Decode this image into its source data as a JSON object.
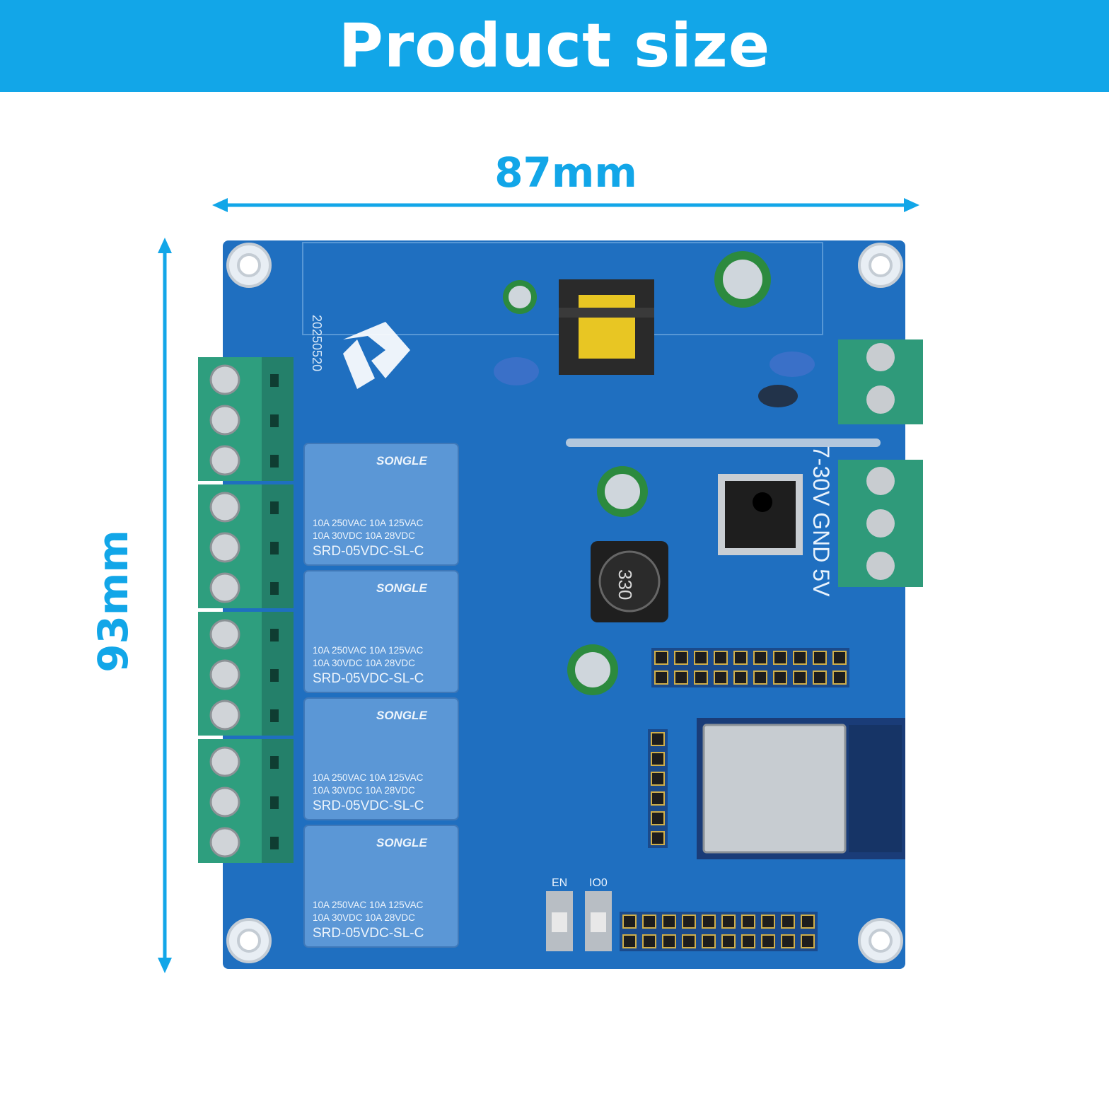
{
  "banner": {
    "title": "Product size"
  },
  "dimensions": {
    "width": "87mm",
    "height": "93mm"
  },
  "colors": {
    "accent": "#12A6E8",
    "pcb": "#1F6FC0",
    "terminal": "#2E9E7E",
    "relay": "#5B97D6"
  },
  "board": {
    "date_code": "20250520",
    "relays": [
      {
        "brand": "SONGLE",
        "rating_1": "10A 250VAC 10A 125VAC",
        "rating_2": "10A 30VDC 10A 28VDC",
        "model": "SRD-05VDC-SL-C"
      },
      {
        "brand": "SONGLE",
        "rating_1": "10A 250VAC 10A 125VAC",
        "rating_2": "10A 30VDC 10A 28VDC",
        "model": "SRD-05VDC-SL-C"
      },
      {
        "brand": "SONGLE",
        "rating_1": "10A 250VAC 10A 125VAC",
        "rating_2": "10A 30VDC 10A 28VDC",
        "model": "SRD-05VDC-SL-C"
      },
      {
        "brand": "SONGLE",
        "rating_1": "10A 250VAC 10A 125VAC",
        "rating_2": "10A 30VDC 10A 28VDC",
        "model": "SRD-05VDC-SL-C"
      }
    ],
    "power_label": "7-30V GND 5V",
    "inductor_code": "330",
    "button_en": "EN",
    "button_io0": "IO0"
  }
}
